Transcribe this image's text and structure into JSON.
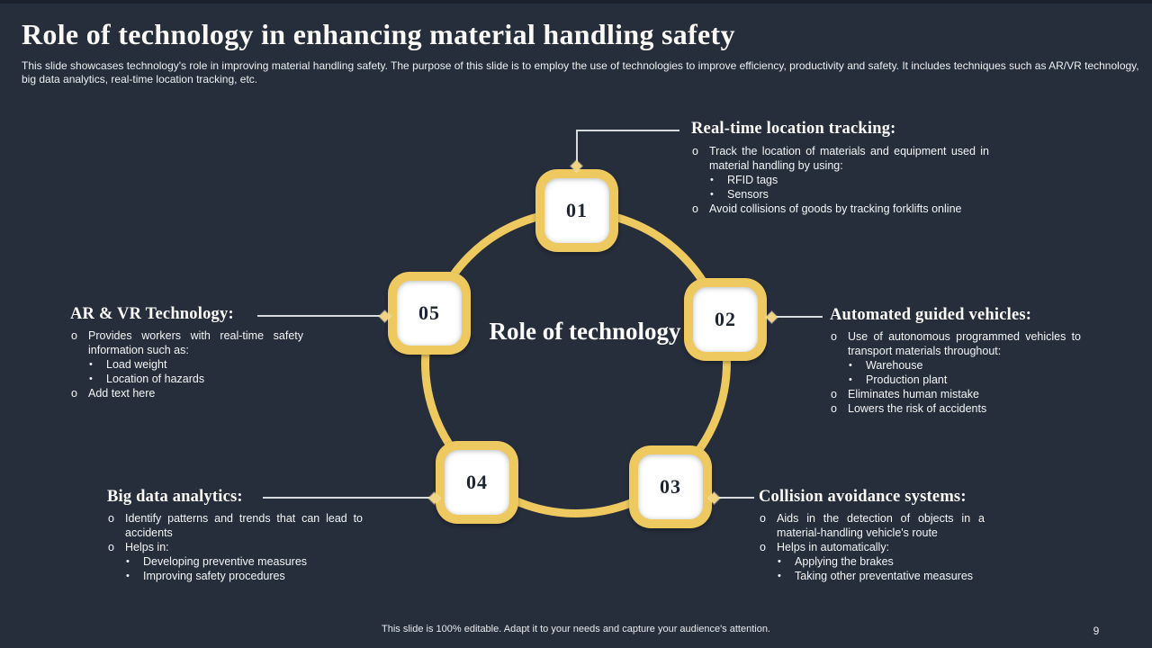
{
  "colors": {
    "background": "#262d3b",
    "accent_gold": "#edc95f",
    "connector_line": "#d7dade",
    "node_number_text": "#1e2532",
    "text_white": "#ffffff"
  },
  "header": {
    "title": "Role of technology in enhancing material handling safety",
    "subtitle": "This slide showcases technology's role in improving material handling safety. The purpose of this slide is to employ the use of technologies to improve efficiency, productivity and safety. It includes techniques such as AR/VR technology, big data analytics, real-time location tracking, etc."
  },
  "diagram": {
    "center_label": "Role of technology",
    "nodes": [
      {
        "number": "01"
      },
      {
        "number": "02"
      },
      {
        "number": "03"
      },
      {
        "number": "04"
      },
      {
        "number": "05"
      }
    ]
  },
  "markers": {
    "level1": "o",
    "level2": "•"
  },
  "sections": [
    {
      "heading": "Real-time location tracking:",
      "bullets": [
        {
          "level": 1,
          "text": "Track the location of materials and equipment used in material handling by using:"
        },
        {
          "level": 2,
          "text": "RFID tags"
        },
        {
          "level": 2,
          "text": "Sensors"
        },
        {
          "level": 1,
          "text": "Avoid collisions of goods by tracking forklifts online"
        }
      ]
    },
    {
      "heading": "Automated guided vehicles:",
      "bullets": [
        {
          "level": 1,
          "text": "Use of autonomous programmed vehicles to transport materials throughout:"
        },
        {
          "level": 2,
          "text": "Warehouse"
        },
        {
          "level": 2,
          "text": "Production plant"
        },
        {
          "level": 1,
          "text": "Eliminates human mistake"
        },
        {
          "level": 1,
          "text": "Lowers the risk of accidents"
        }
      ]
    },
    {
      "heading": "Collision avoidance systems:",
      "bullets": [
        {
          "level": 1,
          "text": "Aids in the detection of objects in a material-handling vehicle's route"
        },
        {
          "level": 1,
          "text": "Helps in automatically:"
        },
        {
          "level": 2,
          "text": "Applying the brakes"
        },
        {
          "level": 2,
          "text": "Taking other preventative measures"
        }
      ]
    },
    {
      "heading": "Big data analytics:",
      "bullets": [
        {
          "level": 1,
          "text": "Identify patterns and trends that can lead to accidents"
        },
        {
          "level": 1,
          "text": "Helps in:"
        },
        {
          "level": 2,
          "text": "Developing preventive measures"
        },
        {
          "level": 2,
          "text": "Improving safety procedures"
        }
      ]
    },
    {
      "heading": "AR & VR Technology:",
      "bullets": [
        {
          "level": 1,
          "text": "Provides workers with real-time safety information such as:"
        },
        {
          "level": 2,
          "text": "Load weight"
        },
        {
          "level": 2,
          "text": "Location of hazards"
        },
        {
          "level": 1,
          "text": "Add text here"
        }
      ]
    }
  ],
  "footer": {
    "note": "This slide is 100% editable. Adapt it to your needs and capture your audience's attention.",
    "page_number": "9"
  }
}
